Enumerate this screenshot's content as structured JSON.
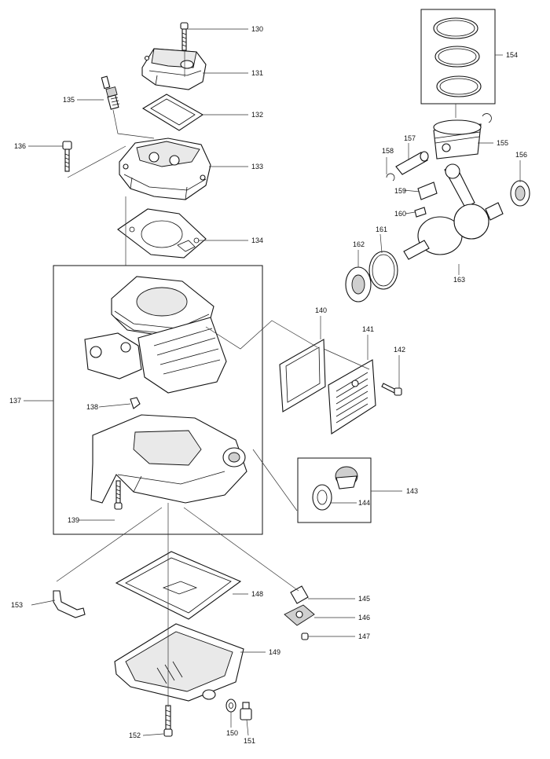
{
  "labels": {
    "130": "130",
    "131": "131",
    "132": "132",
    "133": "133",
    "134": "134",
    "135": "135",
    "136": "136",
    "137": "137",
    "138": "138",
    "139": "139",
    "140": "140",
    "141": "141",
    "142": "142",
    "143": "143",
    "144": "144",
    "145": "145",
    "146": "146",
    "147": "147",
    "148": "148",
    "149": "149",
    "150": "150",
    "151": "151",
    "152": "152",
    "153": "153",
    "154": "154",
    "155": "155",
    "156": "156",
    "157": "157",
    "158": "158",
    "159": "159",
    "160": "160",
    "161": "161",
    "162": "162",
    "163": "163"
  }
}
